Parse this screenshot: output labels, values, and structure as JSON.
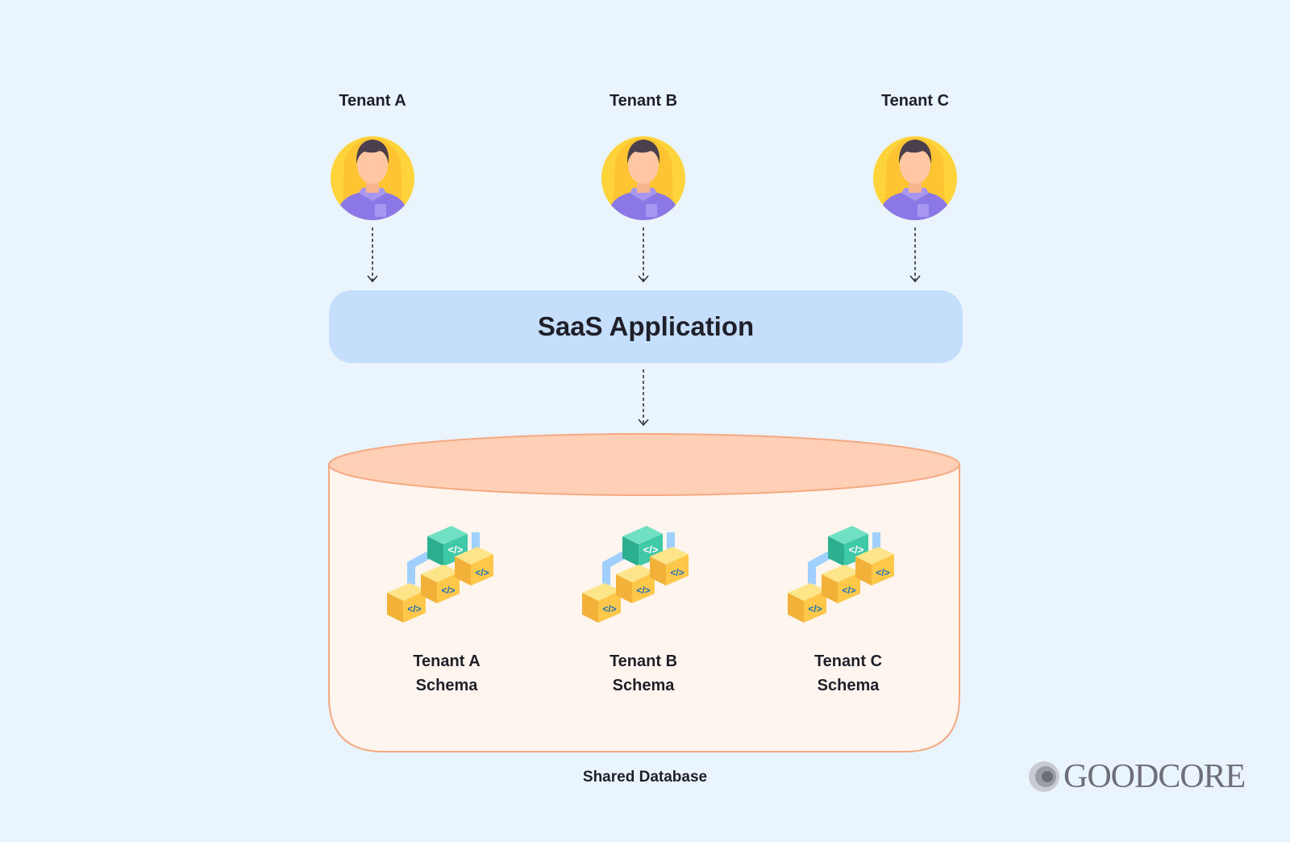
{
  "tenants": [
    {
      "label": "Tenant A",
      "schema_line1": "Tenant A",
      "schema_line2": "Schema"
    },
    {
      "label": "Tenant B",
      "schema_line1": "Tenant B",
      "schema_line2": "Schema"
    },
    {
      "label": "Tenant C",
      "schema_line1": "Tenant C",
      "schema_line2": "Schema"
    }
  ],
  "app": {
    "title": "SaaS Application"
  },
  "database": {
    "caption": "Shared Database"
  },
  "logo": {
    "text": "GOODCORE"
  },
  "colors": {
    "background": "#EAF4FC",
    "app_box": "#C5DEFB",
    "db_top": "#FFD0B5",
    "db_body": "#FFF5EF",
    "db_stroke": "#F5A983",
    "avatar_bg": "#FFD43B",
    "shirt": "#8B78E6",
    "schema_box": "#FFC84A",
    "schema_root": "#3FC9A6",
    "schema_pipe": "#9FD0FF"
  },
  "icons": {
    "tenant": "user-avatar-icon",
    "schema": "schema-hierarchy-icon",
    "arrow": "dashed-arrow-down-icon"
  }
}
